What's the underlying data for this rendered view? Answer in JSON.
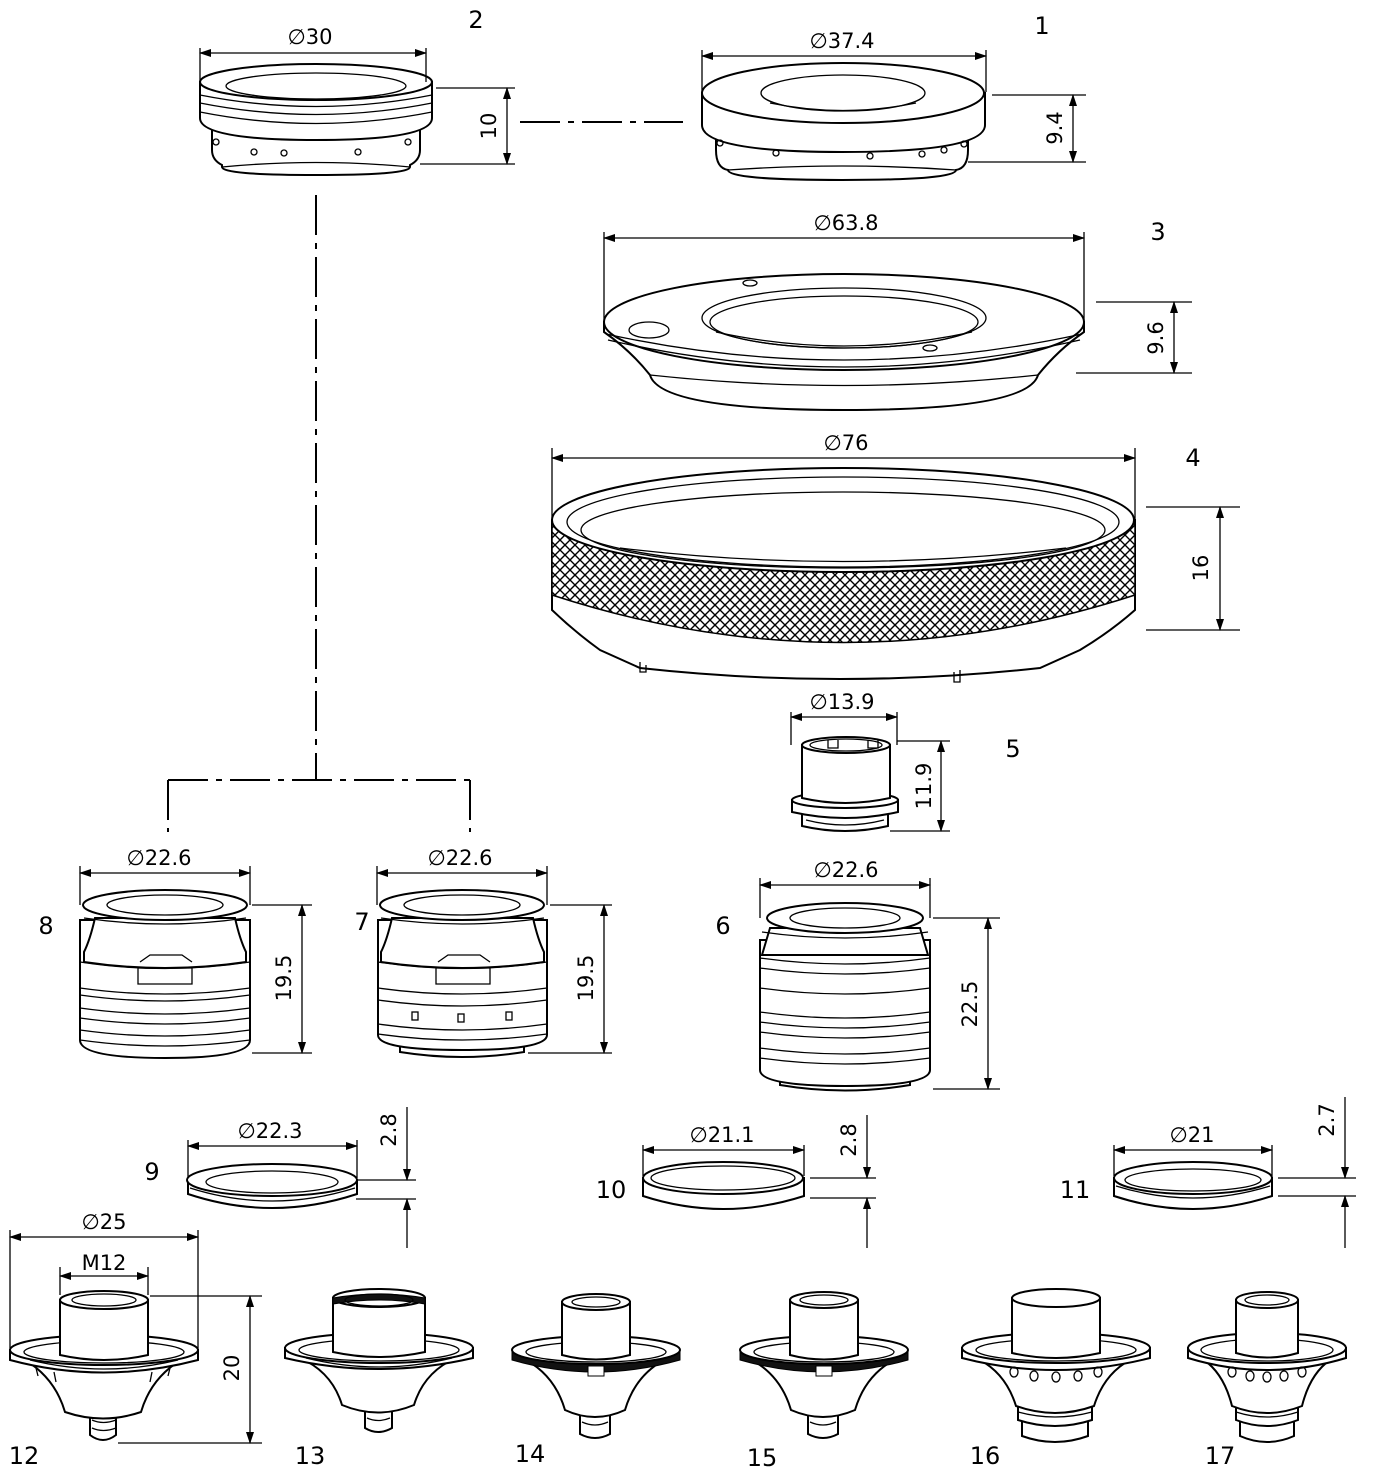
{
  "parts": [
    {
      "label": "1",
      "dims": [
        "∅37.4",
        "9.4"
      ]
    },
    {
      "label": "2",
      "dims": [
        "∅30",
        "10"
      ]
    },
    {
      "label": "3",
      "dims": [
        "∅63.8",
        "9.6"
      ]
    },
    {
      "label": "4",
      "dims": [
        "∅76",
        "16"
      ]
    },
    {
      "label": "5",
      "dims": [
        "∅13.9",
        "11.9"
      ]
    },
    {
      "label": "6",
      "dims": [
        "∅22.6",
        "22.5"
      ]
    },
    {
      "label": "7",
      "dims": [
        "∅22.6",
        "19.5"
      ]
    },
    {
      "label": "8",
      "dims": [
        "∅22.6",
        "19.5"
      ]
    },
    {
      "label": "9",
      "dims": [
        "∅22.3",
        "2.8"
      ]
    },
    {
      "label": "10",
      "dims": [
        "∅21.1",
        "2.8"
      ]
    },
    {
      "label": "11",
      "dims": [
        "∅21",
        "2.7"
      ]
    },
    {
      "label": "12",
      "dims": [
        "∅25",
        "M12",
        "20"
      ]
    },
    {
      "label": "13",
      "dims": []
    },
    {
      "label": "14",
      "dims": []
    },
    {
      "label": "15",
      "dims": []
    },
    {
      "label": "16",
      "dims": []
    },
    {
      "label": "17",
      "dims": []
    }
  ]
}
